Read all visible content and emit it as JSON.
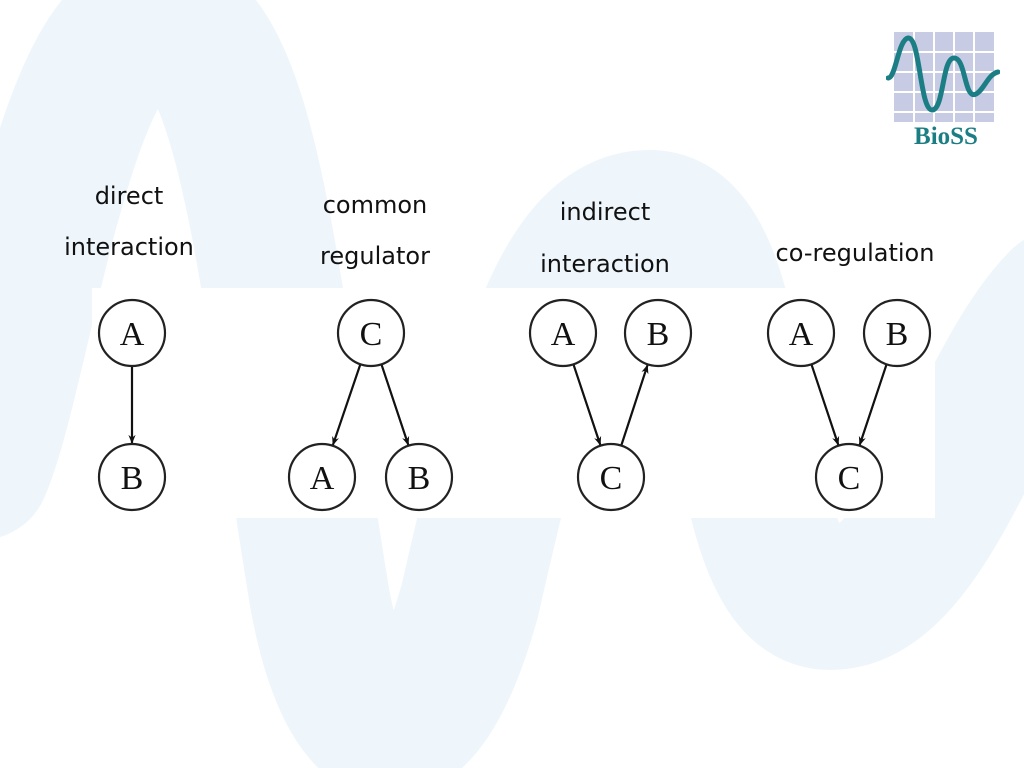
{
  "logo": {
    "name": "BioSS",
    "icon": "bioss-wave-logo"
  },
  "colors": {
    "background_watermark": "#eef6fc",
    "logo_wave": "#1b7e84",
    "logo_grid": "#c7cbe4",
    "logo_text": "#1b7e84",
    "node_stroke": "#222222"
  },
  "panels": [
    {
      "id": "direct",
      "caption": [
        "direct",
        "interaction"
      ],
      "nodes": [
        "A",
        "B"
      ],
      "edges": [
        [
          "A",
          "B"
        ]
      ]
    },
    {
      "id": "common",
      "caption": [
        "common",
        "regulator"
      ],
      "nodes": [
        "C",
        "A",
        "B"
      ],
      "edges": [
        [
          "C",
          "A"
        ],
        [
          "C",
          "B"
        ]
      ]
    },
    {
      "id": "indirect",
      "caption": [
        "indirect",
        "interaction"
      ],
      "nodes": [
        "A",
        "B",
        "C"
      ],
      "edges": [
        [
          "A",
          "C"
        ],
        [
          "C",
          "B"
        ]
      ]
    },
    {
      "id": "coreg",
      "caption": [
        "co-regulation"
      ],
      "nodes": [
        "A",
        "B",
        "C"
      ],
      "edges": [
        [
          "A",
          "C"
        ],
        [
          "B",
          "C"
        ]
      ]
    }
  ]
}
